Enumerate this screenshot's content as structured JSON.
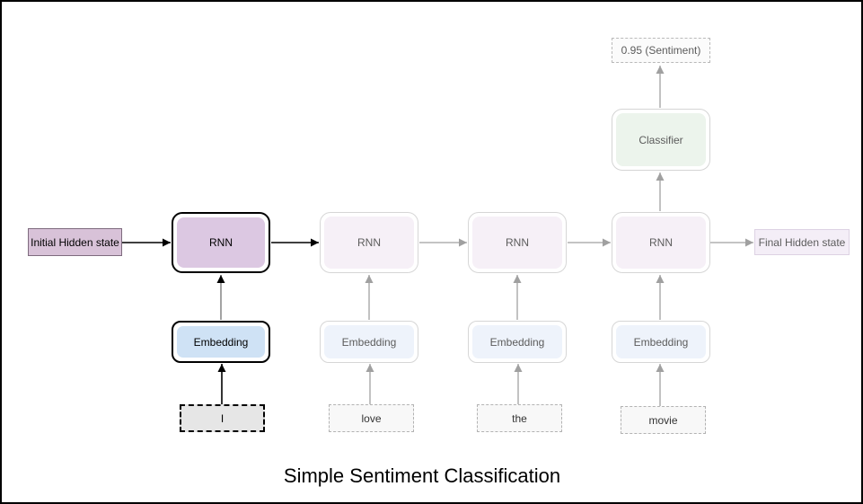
{
  "title": "Simple Sentiment Classification",
  "states": {
    "initial": "Initial Hidden state",
    "final": "Final Hidden state"
  },
  "output": {
    "label": "0.95 (Sentiment)"
  },
  "classifier": {
    "label": "Classifier"
  },
  "columns": [
    {
      "token": "I",
      "embedding": "Embedding",
      "rnn": "RNN",
      "active": true
    },
    {
      "token": "love",
      "embedding": "Embedding",
      "rnn": "RNN",
      "active": false
    },
    {
      "token": "the",
      "embedding": "Embedding",
      "rnn": "RNN",
      "active": false
    },
    {
      "token": "movie",
      "embedding": "Embedding",
      "rnn": "RNN",
      "active": false
    }
  ],
  "colors": {
    "active_rnn_fill": "#dcc8e2",
    "inactive_rnn_fill": "#f6f0f7",
    "active_embedding_fill": "#cfe2f5",
    "inactive_embedding_fill": "#eef3fb",
    "classifier_fill": "#ecf4ec",
    "initial_state_fill": "#d8c2d8",
    "final_state_fill": "#f4eef7",
    "active_token_fill": "#e6e6e6",
    "inactive_token_fill": "#f8f8f8",
    "active_arrow": "#000000",
    "inactive_arrow": "#a0a0a0"
  }
}
